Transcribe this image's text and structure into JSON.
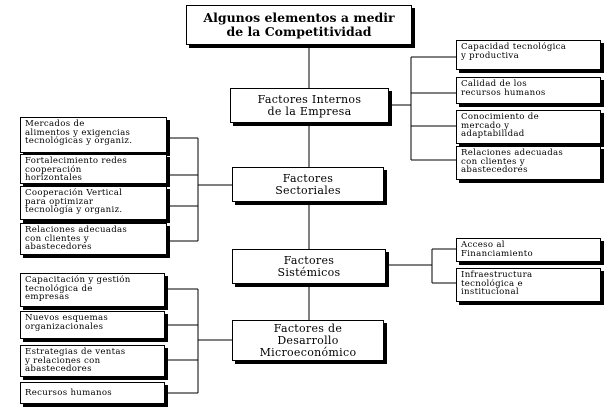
{
  "title": "Algunos elementos a medir\nde la Competitividad",
  "factors": {
    "internos": "Factores Internos\nde la Empresa",
    "sectoriales": "Factores\nSectoriales",
    "sistemicos": "Factores\nSistémicos",
    "desarrollo": "Factores de\nDesarrollo\nMicroeconómico"
  },
  "internos_items": [
    "Capacidad tecnológica\ny productiva",
    "Calidad de los\nrecursos humanos",
    "Conocimiento de\nmercado y\nadaptabilidad",
    "Relaciones adecuadas\ncon clientes y\nabastecedores"
  ],
  "sectoriales_items": [
    "Mercados de\nalimentos y exigencias\ntecnológicas y organiz.",
    "Fortalecimiento redes\ncooperación\nhorizontales",
    "Cooperación Vertical\npara optimizar\ntecnología y organiz.",
    "Relaciones adecuadas\ncon clientes y\nabastecedores"
  ],
  "sistemicos_items": [
    "Acceso al\nFinanciamiento",
    "Infraestructura\ntecnológica e\ninstitucional"
  ],
  "desarrollo_items": [
    "Capacitación y gestión\ntecnológica de\nempresas",
    "Nuevos esquemas\norganizacionales",
    "Estrategias de ventas\ny relaciones con\nabastecedores",
    "Recursos humanos"
  ]
}
